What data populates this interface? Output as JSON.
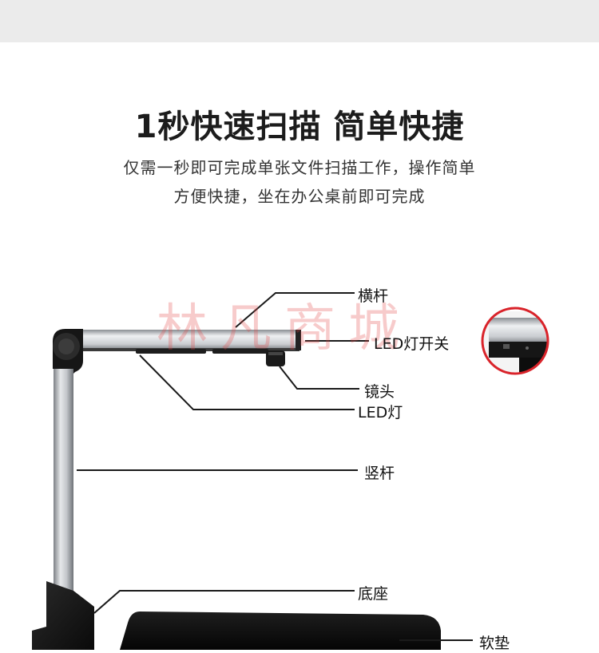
{
  "header": {
    "title": "1秒快速扫描 简单快捷",
    "desc_line1": "仅需一秒即可完成单张文件扫描工作，操作简单",
    "desc_line2": "方便快捷，坐在办公桌前即可完成"
  },
  "watermark": "林凡商城",
  "callouts": {
    "crossbar": "横杆",
    "led_switch": "LED灯开关",
    "lens": "镜头",
    "led_light": "LED灯",
    "upright": "竖杆",
    "base": "底座",
    "soft_pad": "软垫"
  },
  "colors": {
    "band": "#ebebeb",
    "inset_ring": "#d9232a",
    "metal": "#b8bcc0",
    "black_part": "#151515"
  }
}
